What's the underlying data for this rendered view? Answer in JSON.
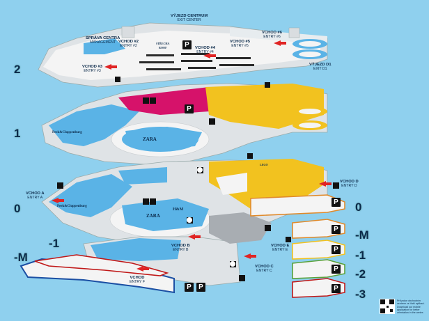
{
  "colors": {
    "background": "#8fd0ee",
    "blue": "#5ab3e6",
    "yellow": "#f2c21f",
    "magenta": "#d6126a",
    "white": "#f4f4f4",
    "red": "#e02424",
    "parking": "#111111"
  },
  "levels": {
    "l2": "2",
    "l1": "1",
    "l0": "0",
    "lm1": "-1",
    "lmm": "-M",
    "r0": "0",
    "rm": "-M",
    "r1": "-1",
    "r2": "-2",
    "r3": "-3"
  },
  "entrances": {
    "exit_center": {
      "cs": "VÝJEZD CENTRUM",
      "en": "EXIT CENTER"
    },
    "a2": {
      "cs": "SPRÁVA CENTRA",
      "en": "MANAGEMENT"
    },
    "e2": {
      "cs": "VCHOD #2",
      "en": "ENTRY #2"
    },
    "e3": {
      "cs": "VCHOD #3",
      "en": "ENTRY #3"
    },
    "e4": {
      "cs": "VCHOD #4",
      "en": "ENTRY #4"
    },
    "e5": {
      "cs": "VCHOD #5",
      "en": "ENTRY #5"
    },
    "e6": {
      "cs": "VCHOD #6",
      "en": "ENTRY #6"
    },
    "d1": {
      "cs": "VÝJEZD D1",
      "en": "EXIT D1"
    },
    "a": {
      "cs": "VCHOD A",
      "en": "ENTRY A"
    },
    "d": {
      "cs": "VCHOD D",
      "en": "ENTRY D"
    },
    "b": {
      "cs": "VCHOD B",
      "en": "ENTRY B"
    },
    "e": {
      "cs": "VCHOD E",
      "en": "ENTRY E"
    },
    "c": {
      "cs": "VCHOD C",
      "en": "ENTRY C"
    },
    "f": {
      "cs": "VCHOD",
      "en": "ENTRY F"
    }
  },
  "stores": {
    "zara1": "ZARA",
    "zara0": "ZARA",
    "peek1": "Peek&Cloppenburg",
    "peek0": "Peek&Cloppenburg",
    "hm0": "H&M",
    "terrace": "STŘECHA",
    "roof": "ROOF",
    "lego": "LEGO"
  },
  "qr_text": "Průvodce obchodním centrem ve Vaší aplikaci. Download our mobile application for better orientation in the centre.",
  "parking_label": "P"
}
